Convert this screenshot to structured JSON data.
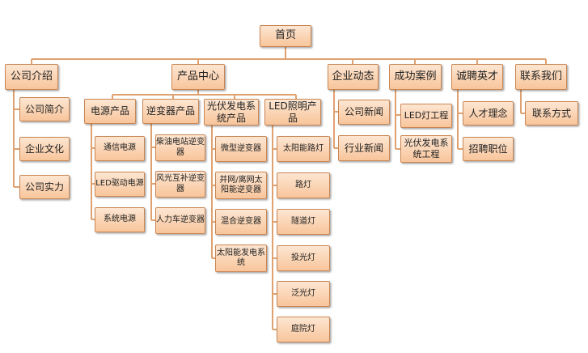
{
  "diagram": {
    "root": "首页",
    "sections": {
      "company": {
        "title": "公司介绍",
        "items": [
          "公司简介",
          "企业文化",
          "公司实力"
        ]
      },
      "products": {
        "title": "产品中心",
        "categories": {
          "power": {
            "title": "电源产品",
            "items": [
              "通信电源",
              "LED驱动电源",
              "系统电源"
            ]
          },
          "inverter": {
            "title": "逆变器产品",
            "items": [
              "柴油电站逆变器",
              "风光互补逆变器",
              "人力车逆变器"
            ]
          },
          "pv": {
            "title": "光伏发电系统产品",
            "items": [
              "微型逆变器",
              "并网/离网太阳能逆变器",
              "混合逆变器",
              "太阳能发电系统"
            ]
          },
          "led": {
            "title": "LED照明产品",
            "items": [
              "太阳能路灯",
              "路灯",
              "隧道灯",
              "投光灯",
              "泛光灯",
              "庭院灯"
            ]
          }
        }
      },
      "news": {
        "title": "企业动态",
        "items": [
          "公司新闻",
          "行业新闻"
        ]
      },
      "cases": {
        "title": "成功案例",
        "items": [
          "LED灯工程",
          "光伏发电系统工程"
        ]
      },
      "jobs": {
        "title": "诚聘英才",
        "items": [
          "人才理念",
          "招聘职位"
        ]
      },
      "contact": {
        "title": "联系我们",
        "items": [
          "联系方式"
        ]
      }
    }
  }
}
